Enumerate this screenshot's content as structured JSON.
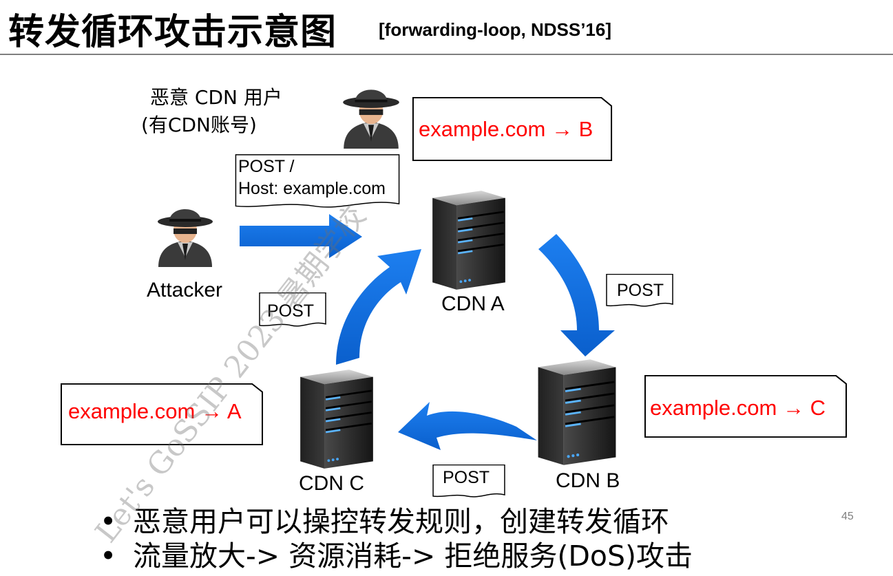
{
  "title": {
    "main": "转发循环攻击示意图",
    "reference": "[forwarding-loop, NDSS’16]"
  },
  "actors": {
    "malicious_user_line1": "恶意 CDN 用户",
    "malicious_user_line2": "(有CDN账号)",
    "attacker": "Attacker"
  },
  "request_note": {
    "line1": "POST /",
    "line2": "Host: example.com"
  },
  "servers": {
    "a": "CDN A",
    "b": "CDN B",
    "c": "CDN C"
  },
  "forwarding_rules": {
    "a": "example.com → B",
    "b": "example.com → C",
    "c": "example.com → A"
  },
  "post_labels": [
    "POST",
    "POST",
    "POST"
  ],
  "bullets": [
    {
      "text": "恶意用户可以操控转发规则，创建转发循环"
    },
    {
      "text": "流量放大-> 资源消耗-> 拒绝服务(DoS)攻击"
    }
  ],
  "page_number": "45",
  "watermark": "Let's GoSSIP 2023 暑期学校",
  "colors": {
    "arrow": "#0a6be0",
    "rule_text": "#ff0000",
    "server_body": "#2b2b2b",
    "server_led": "#4aa8ff"
  }
}
